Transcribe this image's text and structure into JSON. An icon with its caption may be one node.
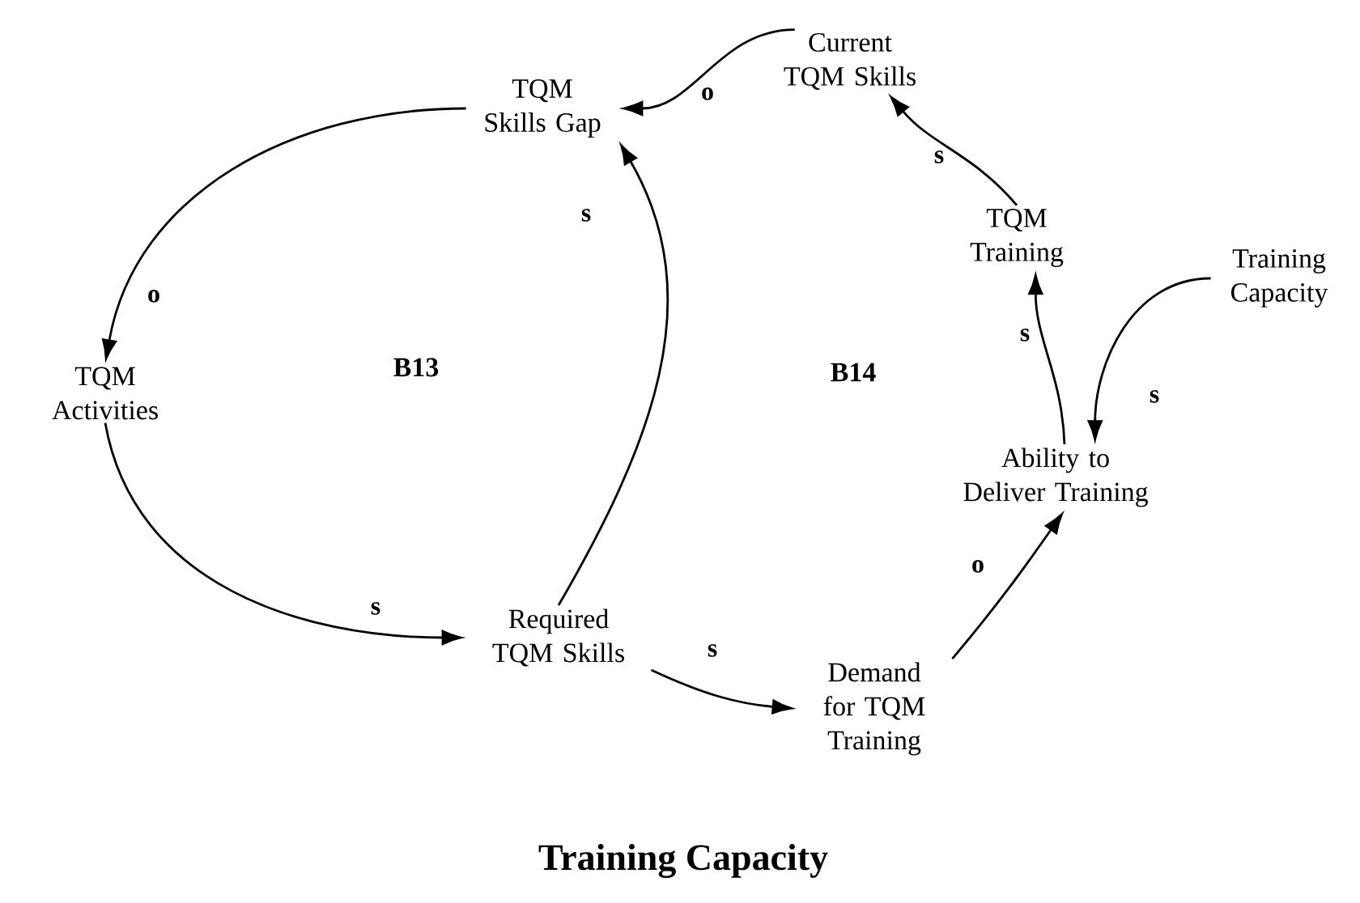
{
  "diagram": {
    "caption": "Training Capacity",
    "nodes": [
      {
        "text": [
          "TQM Skills Gap"
        ]
      },
      {
        "text": [
          "Current TQM Skills"
        ]
      },
      {
        "text": [
          "TQM Activities"
        ]
      },
      {
        "text": [
          "TQM Training"
        ]
      },
      {
        "text": [
          "Training Capacity"
        ]
      },
      {
        "text": [
          "Ability to Deliver Training"
        ]
      },
      {
        "text": [
          "Required TQM Skills"
        ]
      },
      {
        "text": [
          "Demand for TQM Training"
        ]
      }
    ],
    "edges": [
      {
        "from": 0,
        "to": 2,
        "arrow": "to",
        "label": "o"
      },
      {
        "from": 2,
        "to": 6,
        "arrow": "to",
        "label": "s"
      },
      {
        "from": 6,
        "to": 0,
        "arrow": "to",
        "label": "s"
      },
      {
        "from": 6,
        "to": 7,
        "arrow": "to",
        "label": "s"
      },
      {
        "from": 7,
        "to": 5,
        "arrow": "to",
        "label": "o"
      },
      {
        "from": 5,
        "to": 3,
        "arrow": "to",
        "label": "s"
      },
      {
        "from": 4,
        "to": 5,
        "arrow": "to",
        "label": "s"
      },
      {
        "from": 3,
        "to": 1,
        "arrow": "to",
        "label": "s"
      },
      {
        "from": 1,
        "to": 0,
        "arrow": "to",
        "label": "o"
      }
    ],
    "labels": [
      "B13",
      "B14"
    ]
  }
}
